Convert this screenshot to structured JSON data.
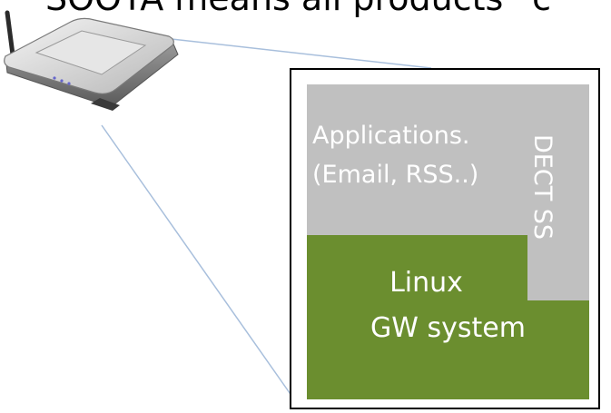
{
  "heading": {
    "text": "SOOTA means all products “c",
    "bullet_color": "#e8002a"
  },
  "device": {
    "icon": "wireless-router-icon"
  },
  "stack": {
    "applications": {
      "line1": "Applications.",
      "line2": "(Email, RSS..)"
    },
    "dect": {
      "label": "DECT SS"
    },
    "gateway": {
      "line1": "Linux",
      "line2": "GW system"
    }
  },
  "colors": {
    "applications_layer": "#c0c0c0",
    "gateway_layer": "#6b8e2f",
    "connector": "#a8bfdc",
    "frame_border": "#000000"
  }
}
